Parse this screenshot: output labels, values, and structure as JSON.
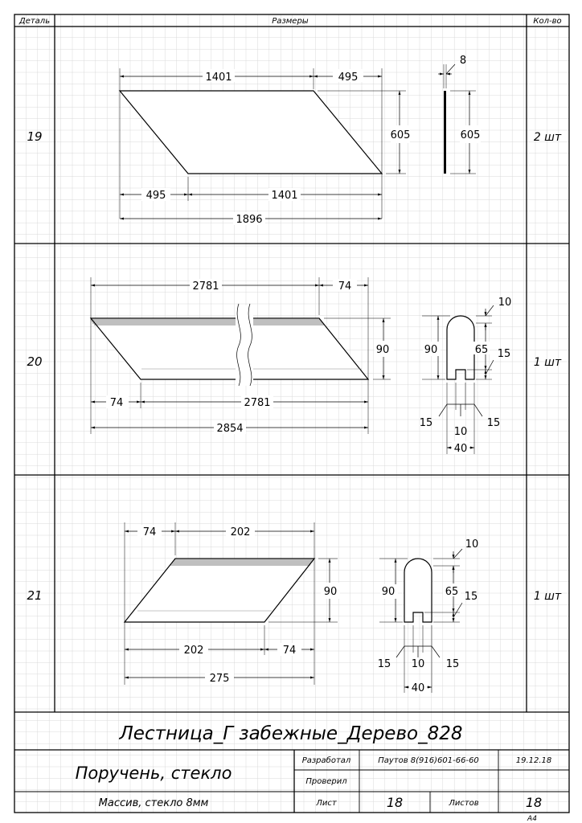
{
  "header": {
    "col_detail": "Деталь",
    "col_sizes": "Размеры",
    "col_qty": "Кол-во"
  },
  "rows": [
    {
      "id": "19",
      "qty": "2 шт"
    },
    {
      "id": "20",
      "qty": "1 шт"
    },
    {
      "id": "21",
      "qty": "1 шт"
    }
  ],
  "part19": {
    "top_long": "1401",
    "top_short": "495",
    "height": "605",
    "bottom_short": "495",
    "bottom_long": "1401",
    "total": "1896",
    "side_thickness": "8",
    "side_height": "605"
  },
  "part20": {
    "top_long": "2781",
    "top_short": "74",
    "height": "90",
    "bottom_short": "74",
    "bottom_long": "2781",
    "total": "2854",
    "prof_height": "90",
    "prof_top": "10",
    "prof_mid": "65",
    "prof_bottom": "15",
    "prof_left": "15",
    "prof_center": "10",
    "prof_right": "15",
    "prof_width": "40"
  },
  "part21": {
    "top_short": "74",
    "top_long": "202",
    "height": "90",
    "bottom_long": "202",
    "bottom_short": "74",
    "total": "275",
    "prof_height": "90",
    "prof_top": "10",
    "prof_mid": "65",
    "prof_bottom": "15",
    "prof_left": "15",
    "prof_center": "10",
    "prof_right": "15",
    "prof_width": "40"
  },
  "title_block": {
    "project": "Лестница_Г забежные_Дерево_828",
    "part_name": "Поручень, стекло",
    "material": "Массив, стекло 8мм",
    "developed_label": "Разработал",
    "developer": "Паутов 8(916)601-66-60",
    "date": "19.12.18",
    "checked_label": "Проверил",
    "sheet_label": "Лист",
    "sheet": "18",
    "sheets_label": "Листов",
    "sheets": "18",
    "format": "A4"
  }
}
